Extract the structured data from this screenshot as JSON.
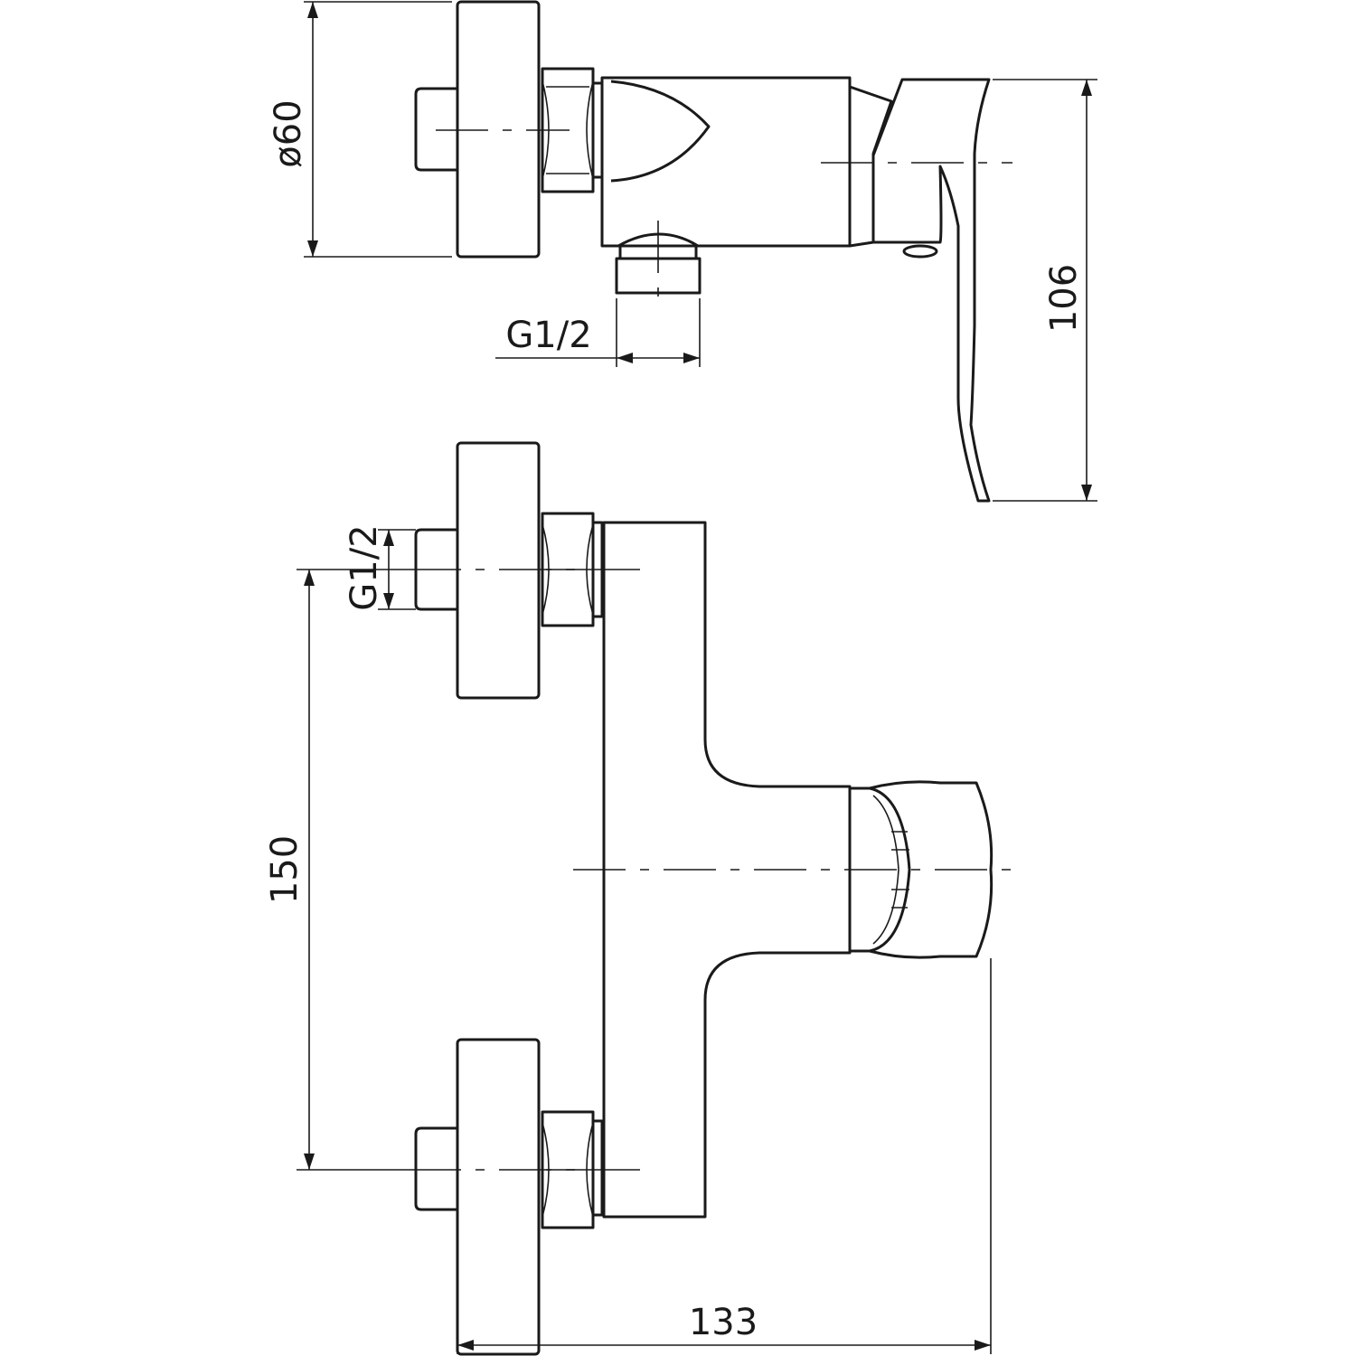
{
  "dimensions": {
    "diameter": "ø60",
    "top_connection": "G1/2",
    "depth": "106",
    "front_connection": "G1/2",
    "center_distance": "150",
    "width": "133"
  },
  "colors": {
    "line": "#1a1a1a",
    "background": "#ffffff"
  }
}
